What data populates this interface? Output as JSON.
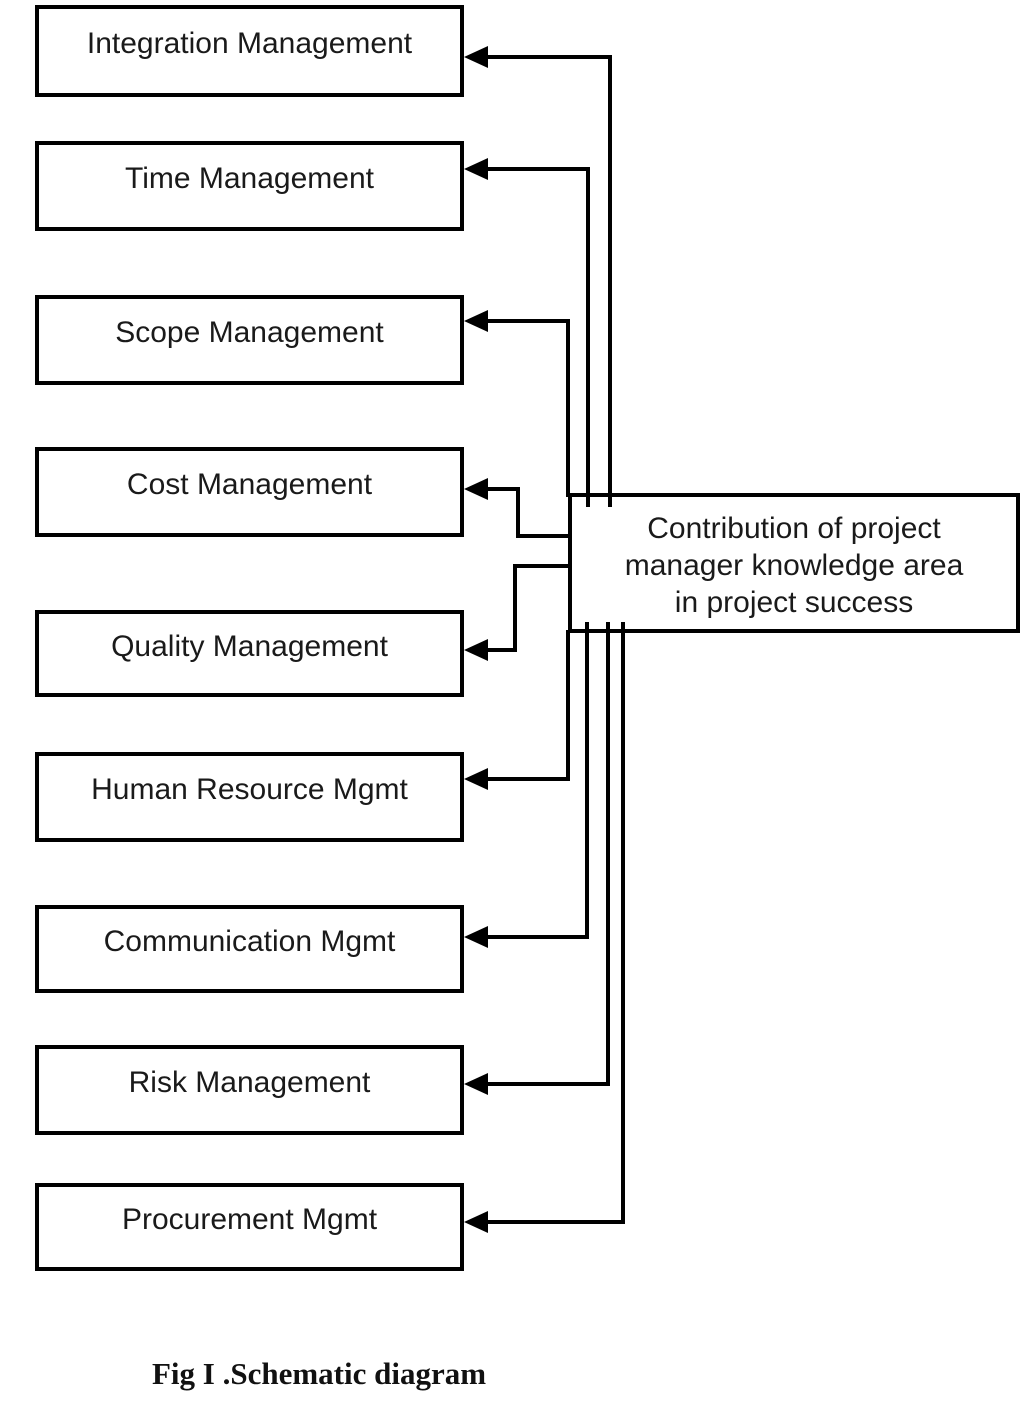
{
  "diagram": {
    "background_color": "#ffffff",
    "line_color": "#000000",
    "boxes": [
      {
        "label": "Integration Management"
      },
      {
        "label": "Time Management"
      },
      {
        "label": "Scope Management"
      },
      {
        "label": "Cost Management"
      },
      {
        "label": "Quality Management"
      },
      {
        "label": "Human Resource Mgmt"
      },
      {
        "label": "Communication Mgmt"
      },
      {
        "label": "Risk Management"
      },
      {
        "label": "Procurement Mgmt"
      }
    ],
    "center_box": {
      "lines": [
        "Contribution of project",
        "manager knowledge area",
        "in project success"
      ],
      "full_text": "Contribution of project manager knowledge area in project success"
    },
    "caption": "Fig I .Schematic diagram"
  }
}
